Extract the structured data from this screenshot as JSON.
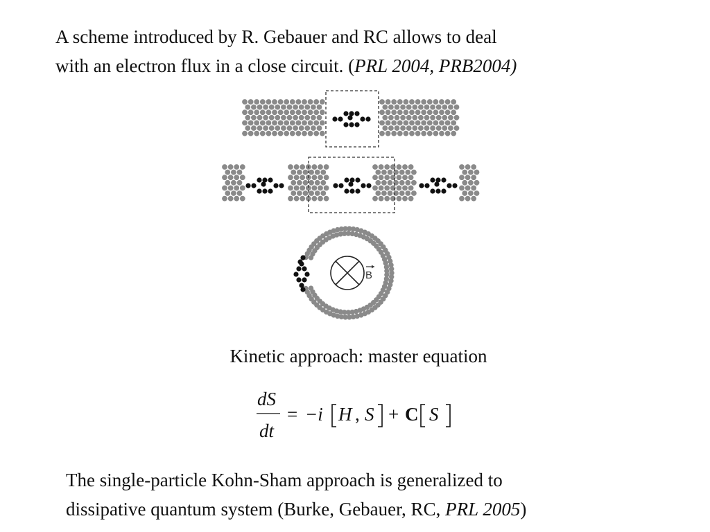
{
  "intro": {
    "line1": "A scheme introduced by R. Gebauer and RC allows to deal",
    "line2_plain": "with an electron flux in a close circuit. (",
    "line2_cite": "PRL 2004, PRB2004)"
  },
  "figure": {
    "field_label": "B",
    "colors": {
      "lead_atom": "#8a8a8a",
      "molecule_atom": "#111111"
    }
  },
  "kinetic_heading": "Kinetic approach: master equation",
  "equation": {
    "numerator": "dS",
    "denominator": "dt",
    "equals": "=",
    "minus_i": "−i",
    "H": "H",
    "comma": ",",
    "S": "S",
    "plus": "+",
    "C": "C",
    "S2": "S"
  },
  "outro": {
    "line1": "The single-particle Kohn-Sham approach is generalized to",
    "line2_plain": "dissipative quantum system (Burke, Gebauer, RC, ",
    "line2_cite": "PRL 2005",
    "line2_end": ")"
  }
}
